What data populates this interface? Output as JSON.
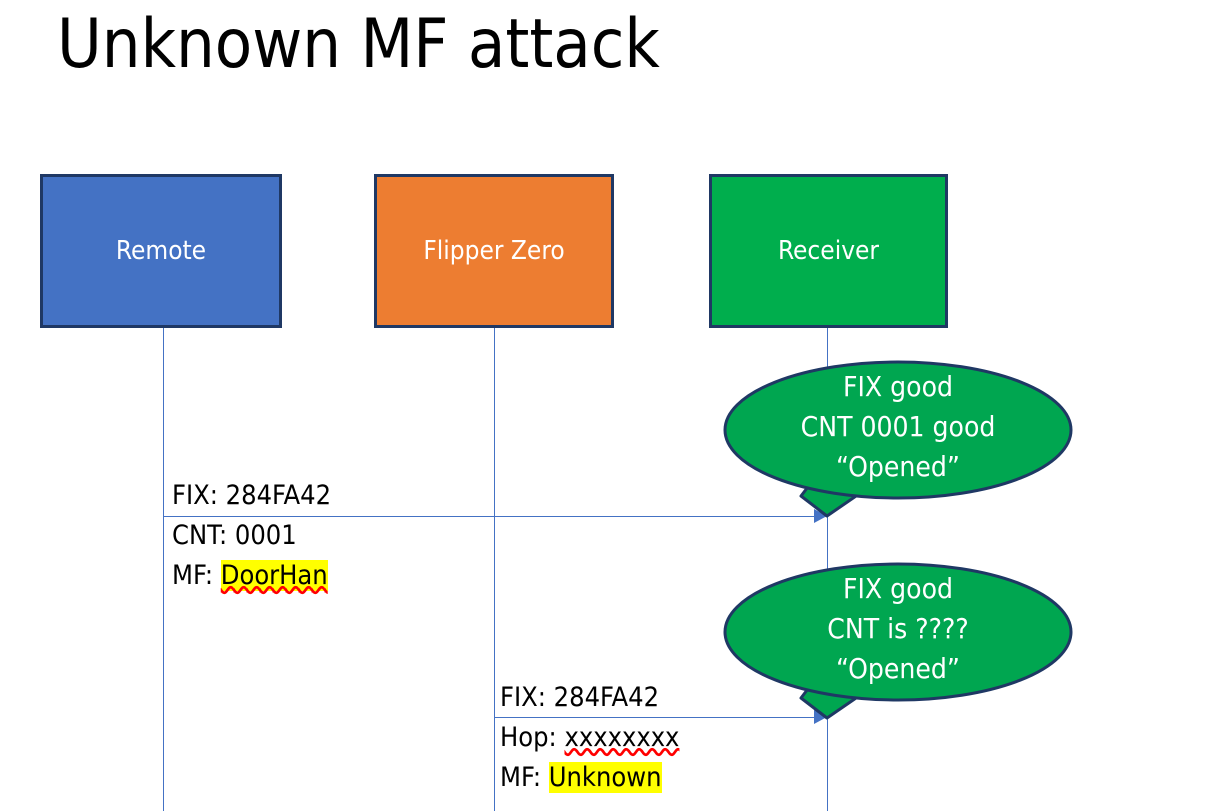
{
  "slide": {
    "title": "Unknown MF attack",
    "background": "#FFFFFF"
  },
  "colors": {
    "remote_fill": "#4472C4",
    "flipper_fill": "#ED7D31",
    "receiver_fill": "#00AE4D",
    "box_border": "#1F3864",
    "lifeline": "#4472C4",
    "arrow": "#4472C4",
    "bubble_fill": "#00A650",
    "bubble_border": "#1F3864",
    "highlight": "#FFFF00",
    "spellcheck_underline": "#FF0000",
    "text_dark": "#000000",
    "text_light": "#FFFFFF"
  },
  "actors": [
    {
      "id": "remote",
      "label": "Remote"
    },
    {
      "id": "flipper",
      "label": "Flipper Zero"
    },
    {
      "id": "receiver",
      "label": "Receiver"
    }
  ],
  "messages": [
    {
      "id": "msg-remote-to-receiver",
      "from": "remote",
      "to": "receiver",
      "lines": [
        {
          "label": "FIX: ",
          "value": "284FA42",
          "highlight": false,
          "spellcheck_flag": false
        },
        {
          "label": "CNT: ",
          "value": "0001",
          "highlight": false,
          "spellcheck_flag": false
        },
        {
          "label": "MF: ",
          "value": "DoorHan",
          "highlight": true,
          "spellcheck_flag": true
        }
      ]
    },
    {
      "id": "msg-flipper-to-receiver",
      "from": "flipper",
      "to": "receiver",
      "lines": [
        {
          "label": "FIX: ",
          "value": "284FA42",
          "highlight": false,
          "spellcheck_flag": false
        },
        {
          "label": "Hop: ",
          "value": "xxxxxxxx",
          "highlight": false,
          "spellcheck_flag": true
        },
        {
          "label": "MF: ",
          "value": "Unknown",
          "highlight": true,
          "spellcheck_flag": false
        }
      ]
    }
  ],
  "bubbles": [
    {
      "id": "bubble-first",
      "owner": "receiver",
      "lines": [
        "FIX good",
        "CNT 0001 good",
        "“Opened”"
      ]
    },
    {
      "id": "bubble-second",
      "owner": "receiver",
      "lines": [
        "FIX good",
        "CNT is ????",
        "“Opened”"
      ]
    }
  ]
}
